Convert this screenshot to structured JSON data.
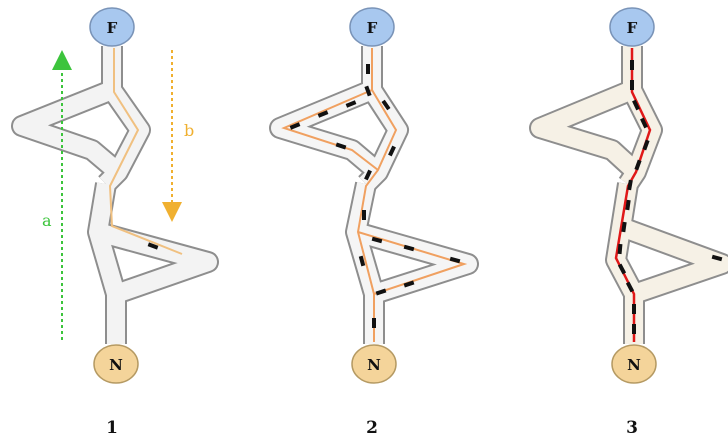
{
  "panels": [
    {
      "number": "1",
      "top_node": "F",
      "bottom_node": "N",
      "arrow_a_label": "a",
      "arrow_b_label": "b"
    },
    {
      "number": "2",
      "top_node": "F",
      "bottom_node": "N"
    },
    {
      "number": "3",
      "top_node": "F",
      "bottom_node": "N"
    }
  ],
  "colors": {
    "food_node": "#a8c8ef",
    "nest_node": "#f4d49a",
    "arrow_a": "#3cc43c",
    "arrow_b": "#f0b030",
    "pheromone_trail": "#f0a060",
    "strong_trail": "#e01818",
    "ant": "#111111"
  }
}
